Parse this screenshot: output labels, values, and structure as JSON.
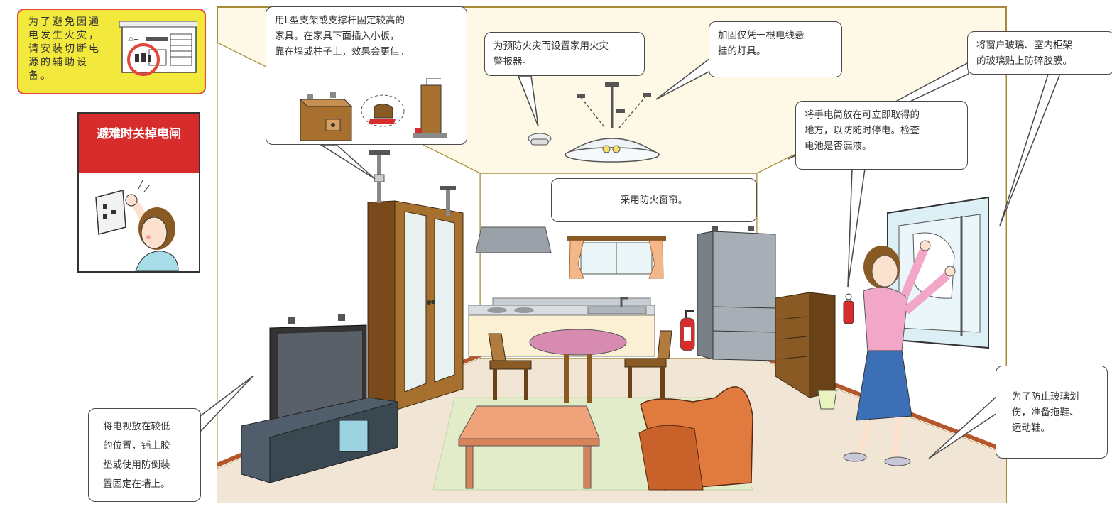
{
  "left_panel": {
    "breaker_note": "为了避免因通电发生火灾，请安装切断电源的辅助设备。",
    "breaker_card_title": "避难时关掉电闸"
  },
  "callouts": {
    "furniture": [
      "用L型支架或支撑杆固定较高的",
      "家具。在家具下面插入小板，",
      "靠在墙或柱子上，效果会更佳。"
    ],
    "fire_alarm": [
      "为预防火灾而设置家用火灾",
      "警报器。"
    ],
    "lamp": [
      "加固仅凭一根电线悬",
      "挂的灯具。"
    ],
    "window_film": [
      "将窗户玻璃、室内柜架",
      "的玻璃贴上防碎胶膜。"
    ],
    "flashlight": [
      "将手电筒放在可立即取得的",
      "地方，以防随时停电。检查",
      "电池是否漏液。"
    ],
    "curtain": "采用防火窗帘。",
    "tv": [
      "将电视放在较低",
      "的位置，铺上胶",
      "垫或使用防倒装",
      "置固定在墙上。"
    ],
    "slippers": [
      "为了防止玻璃划",
      "伤，准备拖鞋、",
      "运动鞋。"
    ]
  },
  "colors": {
    "note_yellow": "#f3e93c",
    "alert_red": "#d82b2b",
    "wood_brown": "#8a5a24",
    "ceiling_cream": "#fdf9e6",
    "floor_beige": "#f1e6d6"
  }
}
